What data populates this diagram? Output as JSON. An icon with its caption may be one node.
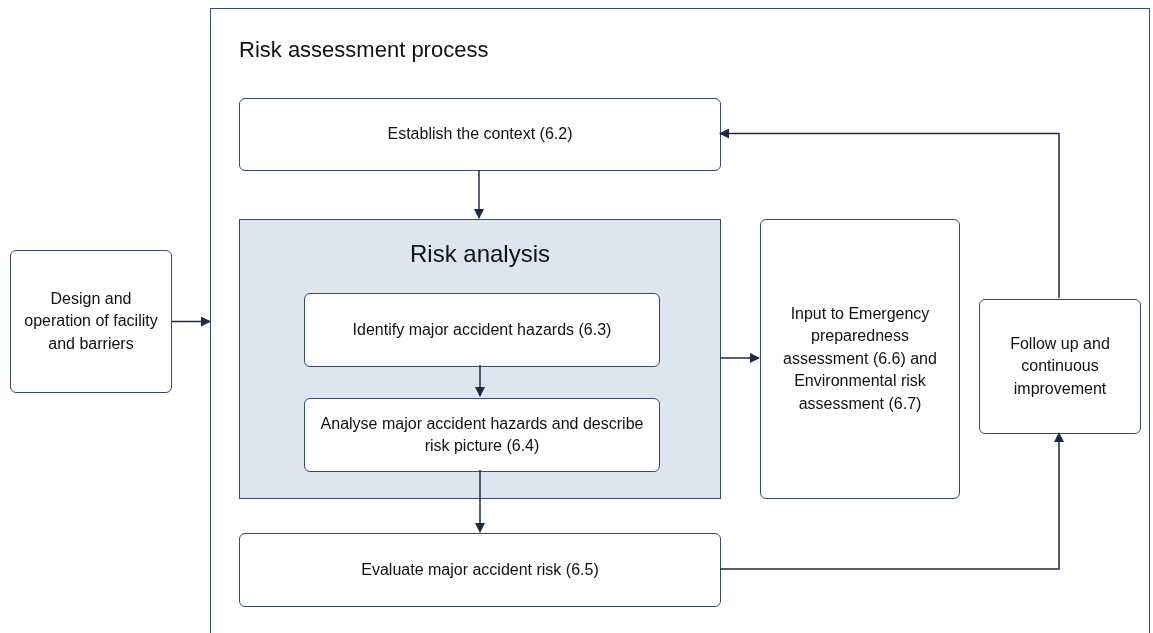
{
  "diagram": {
    "nodes": [
      {
        "text": [
          "Design and operation of facility and barriers"
        ]
      },
      {
        "text": [
          "Risk assessment process"
        ]
      },
      {
        "text": [
          "Establish the context (6.2)"
        ],
        "in": 1
      },
      {
        "text": [
          "Risk analysis"
        ],
        "in": 1
      },
      {
        "text": [
          "Identify major accident hazards (6.3)"
        ],
        "in": 3
      },
      {
        "text": [
          "Analyse major accident hazards and describe risk picture (6.4)"
        ],
        "in": 3
      },
      {
        "text": [
          "Input to Emergency preparedness assessment (6.6) and Environmental risk assessment (6.7)"
        ],
        "in": 1
      },
      {
        "text": [
          "Follow up and continuous improvement"
        ],
        "in": 1
      },
      {
        "text": [
          "Evaluate major accident risk (6.5)"
        ],
        "in": 1
      }
    ],
    "edges": [
      {
        "from": 0,
        "to": 1,
        "arrow": "to"
      },
      {
        "from": 2,
        "to": 3,
        "arrow": "to"
      },
      {
        "from": 4,
        "to": 5,
        "arrow": "to"
      },
      {
        "from": 5,
        "to": 8,
        "arrow": "to"
      },
      {
        "from": 3,
        "to": 6,
        "arrow": "to"
      },
      {
        "from": 8,
        "to": 7,
        "arrow": "to"
      },
      {
        "from": 7,
        "to": 2,
        "arrow": "to"
      }
    ]
  }
}
